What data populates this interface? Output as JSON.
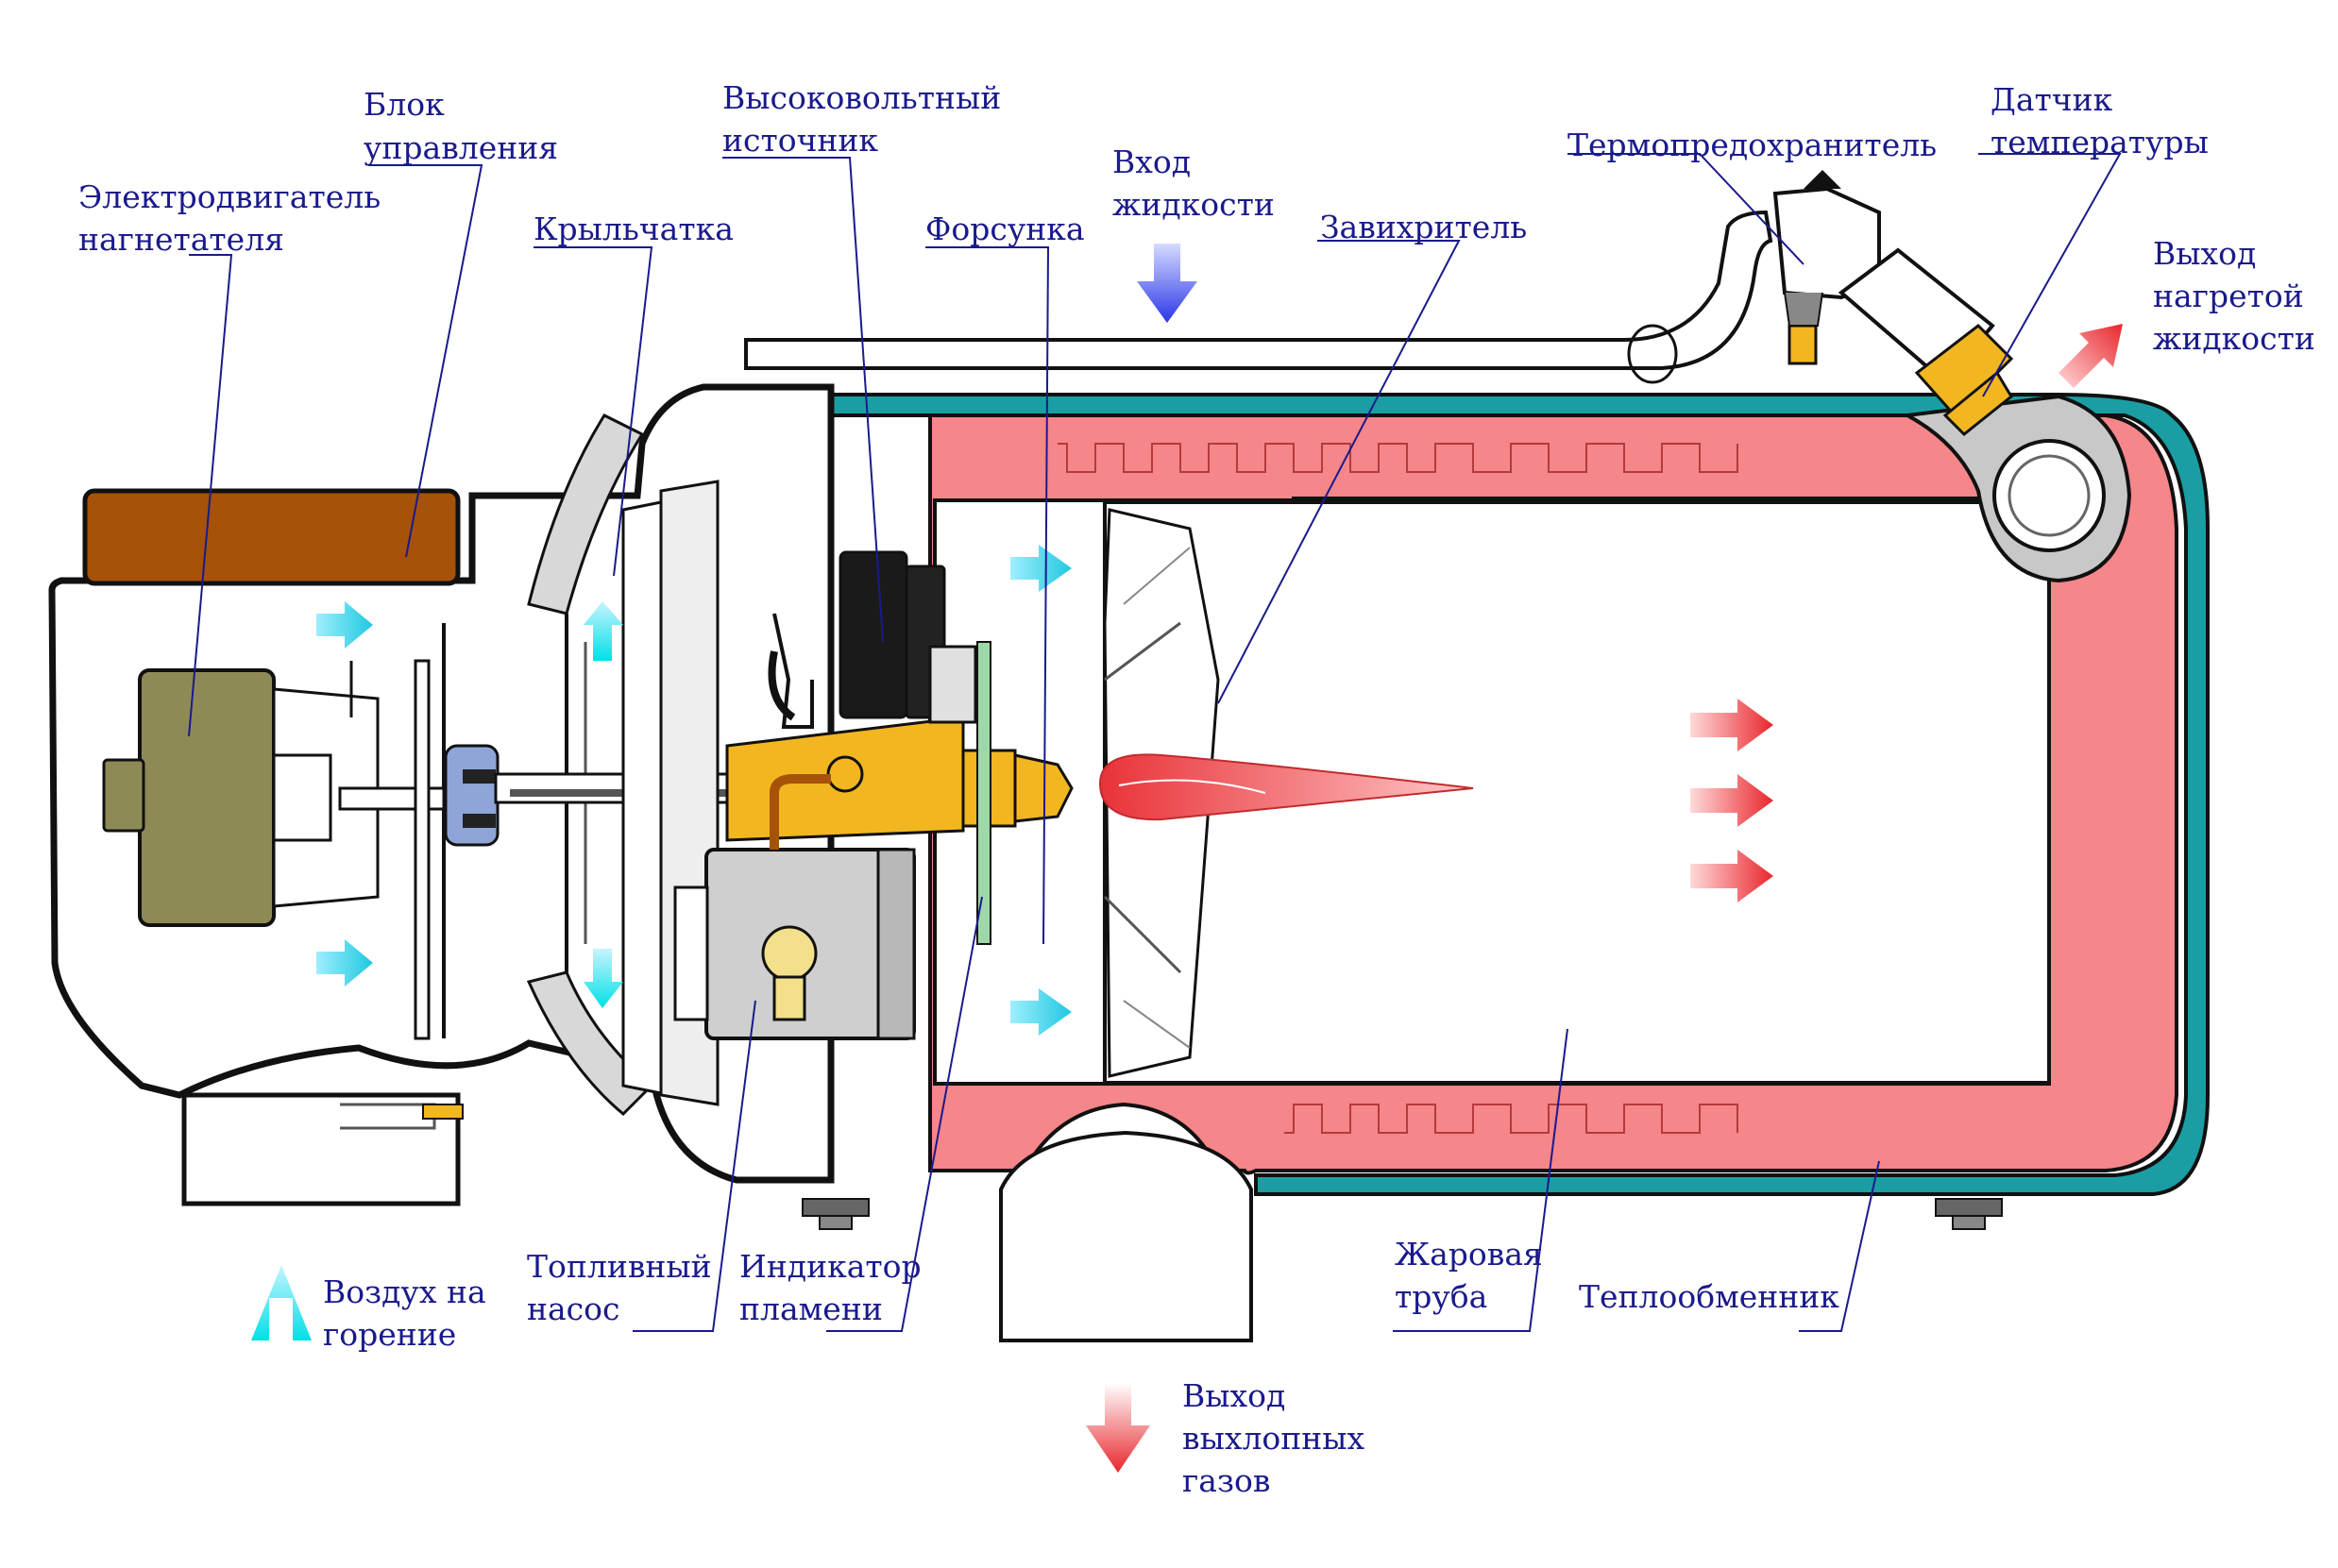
{
  "labels": {
    "control_unit": [
      "Блок",
      "управления"
    ],
    "motor": [
      "Электродвигатель",
      "нагнетателя"
    ],
    "impeller": [
      "Крыльчатка"
    ],
    "hv_source": [
      "Высоковольтный",
      "источник"
    ],
    "nozzle": [
      "Форсунка"
    ],
    "liquid_in": [
      "Вход",
      "жидкости"
    ],
    "swirler": [
      "Завихритель"
    ],
    "thermo_fuse": [
      "Термопредохранитель"
    ],
    "temp_sensor": [
      "Датчик",
      "температуры"
    ],
    "liquid_out": [
      "Выход",
      "нагретой",
      "жидкости"
    ],
    "combustion_air": [
      "Воздух на",
      "горение"
    ],
    "fuel_pump": [
      "Топливный",
      "насос"
    ],
    "flame_indicator": [
      "Индикатор",
      "пламени"
    ],
    "exhaust": [
      "Выход",
      "выхлопных",
      "газов"
    ],
    "flame_tube": [
      "Жаровая",
      "труба"
    ],
    "heat_exchanger": [
      "Теплообменник"
    ]
  },
  "colors": {
    "label_text": "#1a1a8c",
    "leader_line": "#1a1a8c",
    "water_jacket": "#1a9ea3",
    "hot_zone": "#f5868a",
    "hot_zone_light": "#fbc2c4",
    "control_unit": "#a65208",
    "motor": "#8e8a56",
    "fuel_block": "#f2b720",
    "fuel_pump": "#cfcfcf",
    "air_arrow": "#3cd8ee",
    "hot_arrow": "#f0444a",
    "cold_arrow": "#3a48f0",
    "housing_outline": "#111111"
  }
}
